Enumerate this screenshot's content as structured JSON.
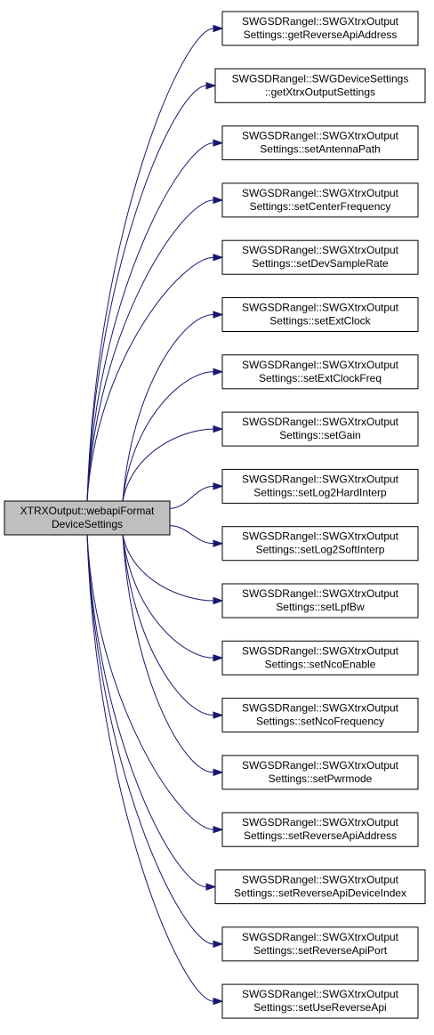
{
  "root": {
    "line1": "XTRXOutput::webapiFormat",
    "line2": "DeviceSettings"
  },
  "callees": [
    {
      "line1": "SWGSDRangel::SWGXtrxOutput",
      "line2": "Settings::getReverseApiAddress"
    },
    {
      "line1": "SWGSDRangel::SWGDeviceSettings",
      "line2": "::getXtrxOutputSettings"
    },
    {
      "line1": "SWGSDRangel::SWGXtrxOutput",
      "line2": "Settings::setAntennaPath"
    },
    {
      "line1": "SWGSDRangel::SWGXtrxOutput",
      "line2": "Settings::setCenterFrequency"
    },
    {
      "line1": "SWGSDRangel::SWGXtrxOutput",
      "line2": "Settings::setDevSampleRate"
    },
    {
      "line1": "SWGSDRangel::SWGXtrxOutput",
      "line2": "Settings::setExtClock"
    },
    {
      "line1": "SWGSDRangel::SWGXtrxOutput",
      "line2": "Settings::setExtClockFreq"
    },
    {
      "line1": "SWGSDRangel::SWGXtrxOutput",
      "line2": "Settings::setGain"
    },
    {
      "line1": "SWGSDRangel::SWGXtrxOutput",
      "line2": "Settings::setLog2HardInterp"
    },
    {
      "line1": "SWGSDRangel::SWGXtrxOutput",
      "line2": "Settings::setLog2SoftInterp"
    },
    {
      "line1": "SWGSDRangel::SWGXtrxOutput",
      "line2": "Settings::setLpfBw"
    },
    {
      "line1": "SWGSDRangel::SWGXtrxOutput",
      "line2": "Settings::setNcoEnable"
    },
    {
      "line1": "SWGSDRangel::SWGXtrxOutput",
      "line2": "Settings::setNcoFrequency"
    },
    {
      "line1": "SWGSDRangel::SWGXtrxOutput",
      "line2": "Settings::setPwrmode"
    },
    {
      "line1": "SWGSDRangel::SWGXtrxOutput",
      "line2": "Settings::setReverseApiAddress"
    },
    {
      "line1": "SWGSDRangel::SWGXtrxOutput",
      "line2": "Settings::setReverseApiDeviceIndex"
    },
    {
      "line1": "SWGSDRangel::SWGXtrxOutput",
      "line2": "Settings::setReverseApiPort"
    },
    {
      "line1": "SWGSDRangel::SWGXtrxOutput",
      "line2": "Settings::setUseReverseApi"
    }
  ],
  "colors": {
    "root_fill": "#bfbfbf",
    "node_fill": "#ffffff",
    "edge": "#191970"
  }
}
